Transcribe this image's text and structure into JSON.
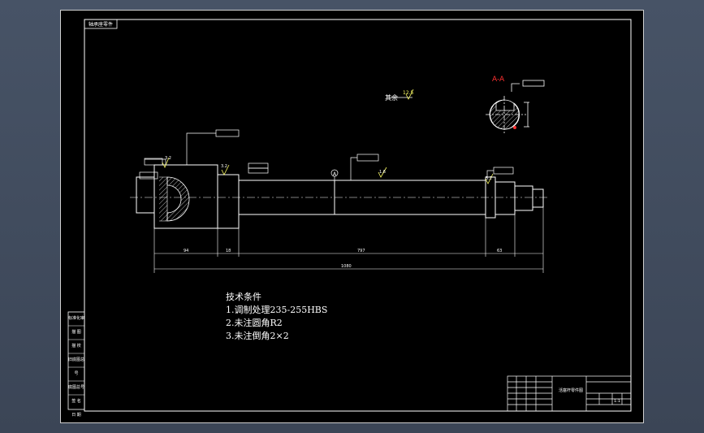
{
  "drawing": {
    "corner_label": "轴承座零件",
    "section_label": "A-A",
    "datum_label": "A",
    "other_roughness_prefix": "其余",
    "other_roughness_value": "12.5",
    "roughness_values": [
      "3.2",
      "3.2",
      "1.6",
      "3.2"
    ],
    "dimensions": {
      "left_len": "94",
      "gap_len": "18",
      "mid_len": "797",
      "right_len": "63",
      "total_len": "1080"
    },
    "notes": {
      "heading": "技术条件",
      "line1": "1.调制处理235-255HBS",
      "line2": "2.未注圆角R2",
      "line3": "3.未注倒角2×2"
    },
    "side_labels": [
      "标准化审",
      "描 图",
      "描 校",
      "旧底图总号",
      "底图总号",
      "签 名",
      "日 期"
    ],
    "title_block": {
      "part_name": "活塞杆零件图",
      "scale": "1:1"
    }
  },
  "colors": {
    "background": "#3f4a5c",
    "sheet": "#000000",
    "line": "#ffffff",
    "accent": "#ff3030",
    "annotation": "#ffff66"
  }
}
